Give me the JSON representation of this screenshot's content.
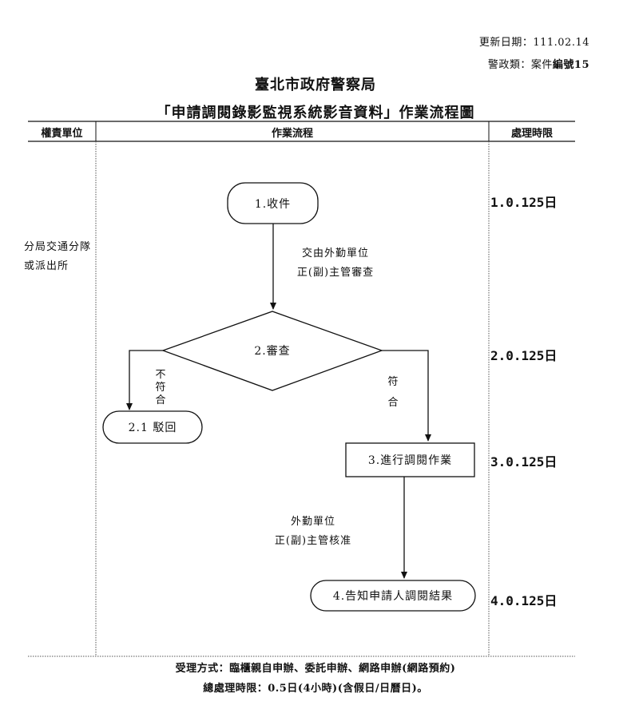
{
  "header": {
    "update_date": "更新日期：111.02.14",
    "category_prefix": "警政類：案件",
    "category_bold": "編號15",
    "title_line1": "臺北市政府警察局",
    "title_line2": "「申請調閱錄影監視系統影音資料」作業流程圖"
  },
  "columns": {
    "unit": "權責單位",
    "process": "作業流程",
    "time": "處理時限"
  },
  "responsible_unit": "分局交通分隊或派出所",
  "nodes": {
    "receive": "1.收件",
    "review": "2.審查",
    "reject": "2.1 駁回",
    "process": "3.進行調閱作業",
    "notify": "4.告知申請人調閱結果"
  },
  "edge_labels": {
    "to_review_line1": "交由外勤單位",
    "to_review_line2": "正(副)主管審查",
    "not_match": "不符合",
    "match": "符合",
    "to_notify_line1": "外勤單位",
    "to_notify_line2": "正(副)主管核准"
  },
  "time_limits": {
    "step1": "1.0.125日",
    "step2": "2.0.125日",
    "step3": "3.0.125日",
    "step4": "4.0.125日"
  },
  "footer": {
    "line1": "受理方式：臨櫃親自申辦、委託申辦、網路申辦(網路預約)",
    "line2": "總處理時限：0.5日(4小時)(含假日/日曆日)。"
  }
}
